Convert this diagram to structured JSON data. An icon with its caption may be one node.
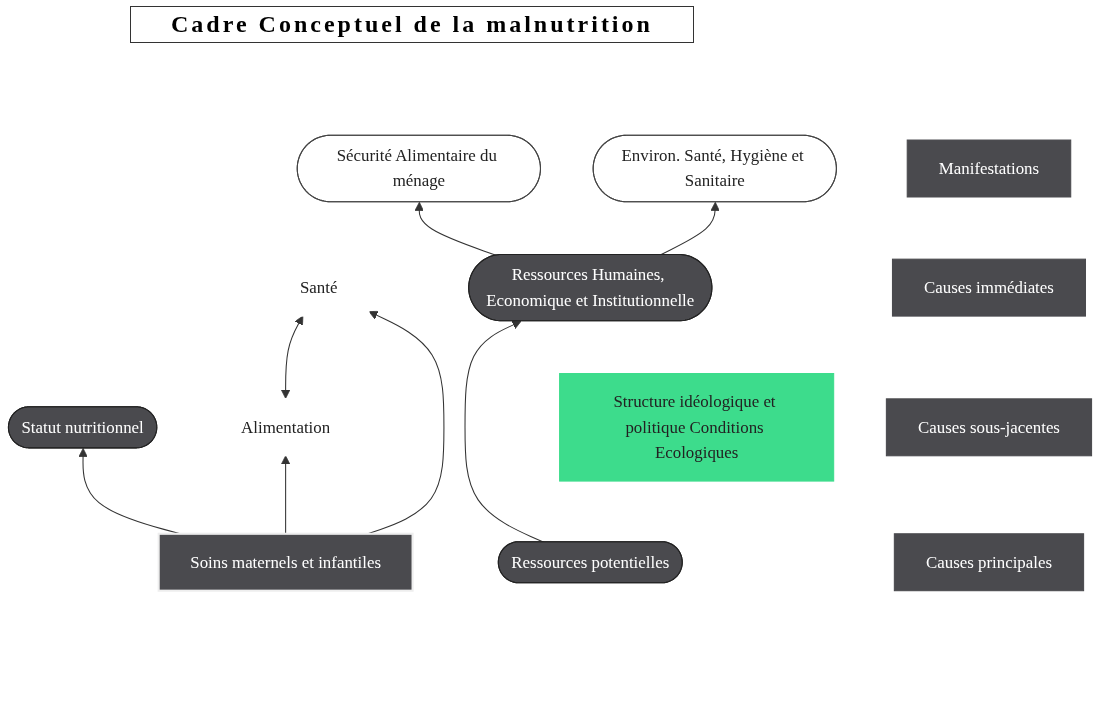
{
  "diagram": {
    "title": "Cadre Conceptuel de la malnutrition",
    "nodes": [
      {
        "text": [
          "Statut nutritionnel"
        ]
      },
      {
        "text": [
          "Alimentation"
        ]
      },
      {
        "text": [
          "Santé"
        ]
      },
      {
        "text": [
          "Sécurité Alimentaire du ménage"
        ]
      },
      {
        "text": [
          "Soins maternels et infantiles"
        ]
      },
      {
        "text": [
          "Environ. Santé, Hygiène et Sanitaire"
        ]
      },
      {
        "text": [
          "Ressources Humaines, Economique et Institutionnelle"
        ]
      },
      {
        "text": [
          "Structure idéologique et politique Conditions Ecologiques"
        ]
      },
      {
        "text": [
          "Ressources potentielles"
        ]
      },
      {
        "text": [
          "Manifestations"
        ]
      },
      {
        "text": [
          "Causes immédiates"
        ]
      },
      {
        "text": [
          "Causes sous-jacentes"
        ]
      },
      {
        "text": [
          "Causes principales"
        ]
      }
    ],
    "edges": [
      {
        "from": 1,
        "to": 2,
        "arrow": "both"
      },
      {
        "from": 4,
        "to": 0,
        "arrow": "to"
      },
      {
        "from": 4,
        "to": 1,
        "arrow": "to"
      },
      {
        "from": 4,
        "to": 2,
        "arrow": "to"
      },
      {
        "from": 6,
        "to": 3,
        "arrow": "to"
      },
      {
        "from": 6,
        "to": 5,
        "arrow": "to"
      },
      {
        "from": 8,
        "to": 6,
        "arrow": "to"
      }
    ]
  }
}
